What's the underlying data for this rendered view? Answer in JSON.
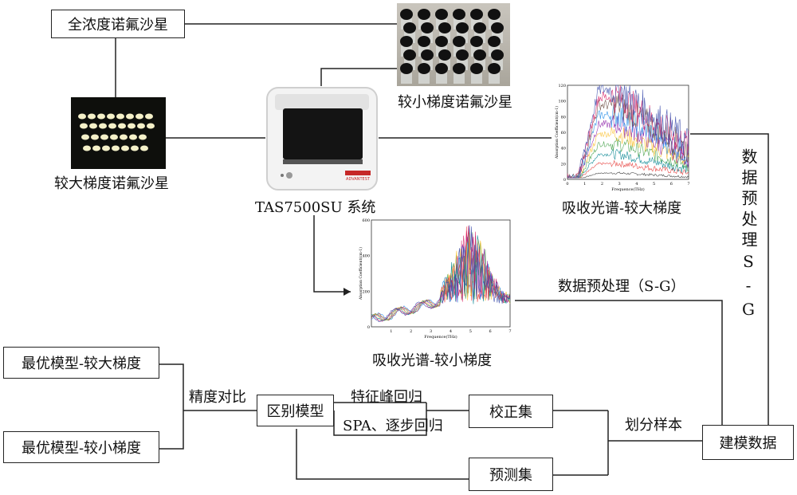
{
  "nodes": {
    "full_conc": "全浓度诺氟沙星",
    "small_grad": "较小梯度诺氟沙星",
    "large_grad": "较大梯度诺氟沙星",
    "tas_system": "TAS7500SU 系统",
    "spectrum_large": "吸收光谱-较大梯度",
    "spectrum_small": "吸收光谱-较小梯度",
    "preprocess_vertical": "数据预处理S-G",
    "preprocess_horizontal": "数据预处理（S-G）",
    "best_large": "最优模型-较大梯度",
    "best_small": "最优模型-较小梯度",
    "compare": "精度对比",
    "discriminate": "区别模型",
    "feature_peak": "特征峰回归",
    "spa_stepwise": "SPA、逐步回归",
    "calibration_set": "校正集",
    "prediction_set": "预测集",
    "split_samples": "划分样本",
    "build_data": "建模数据"
  },
  "instrument": {
    "brand": "ADVANTEST",
    "model": "TAS7500SU"
  },
  "chart_data": [
    {
      "type": "line",
      "title": "",
      "xlabel": "Frequence(THz)",
      "ylabel": "Absorption Coefficient(cm-1)",
      "xlim": [
        0,
        7
      ],
      "ylim": [
        0,
        120
      ],
      "xticks": [
        "0",
        "1",
        "2",
        "3",
        "4",
        "5",
        "6",
        "7"
      ],
      "yticks": [
        "0",
        "20",
        "40",
        "60",
        "80",
        "100",
        "120"
      ],
      "series_note_values": [
        8,
        20,
        32,
        45,
        58,
        70,
        82,
        95,
        105,
        115
      ],
      "series_colors": [
        "#333333",
        "#e53935",
        "#00838f",
        "#43a047",
        "#fbc02d",
        "#8e24aa",
        "#1e88e5",
        "#6d4c41",
        "#d81b60",
        "#3949ab"
      ]
    },
    {
      "type": "line",
      "title": "",
      "xlabel": "Frequence(THz)",
      "ylabel": "Absorption Coefficient(cm-1)",
      "xlim": [
        0,
        7
      ],
      "ylim": [
        0,
        600
      ],
      "xticks": [
        "1",
        "2",
        "3",
        "4",
        "5",
        "6",
        "7"
      ],
      "yticks": [
        "0",
        "200",
        "400",
        "600"
      ],
      "series_colors": [
        "#1e88e5",
        "#e53935",
        "#43a047",
        "#8e24aa",
        "#fbc02d",
        "#00838f",
        "#d81b60",
        "#3949ab"
      ]
    }
  ]
}
